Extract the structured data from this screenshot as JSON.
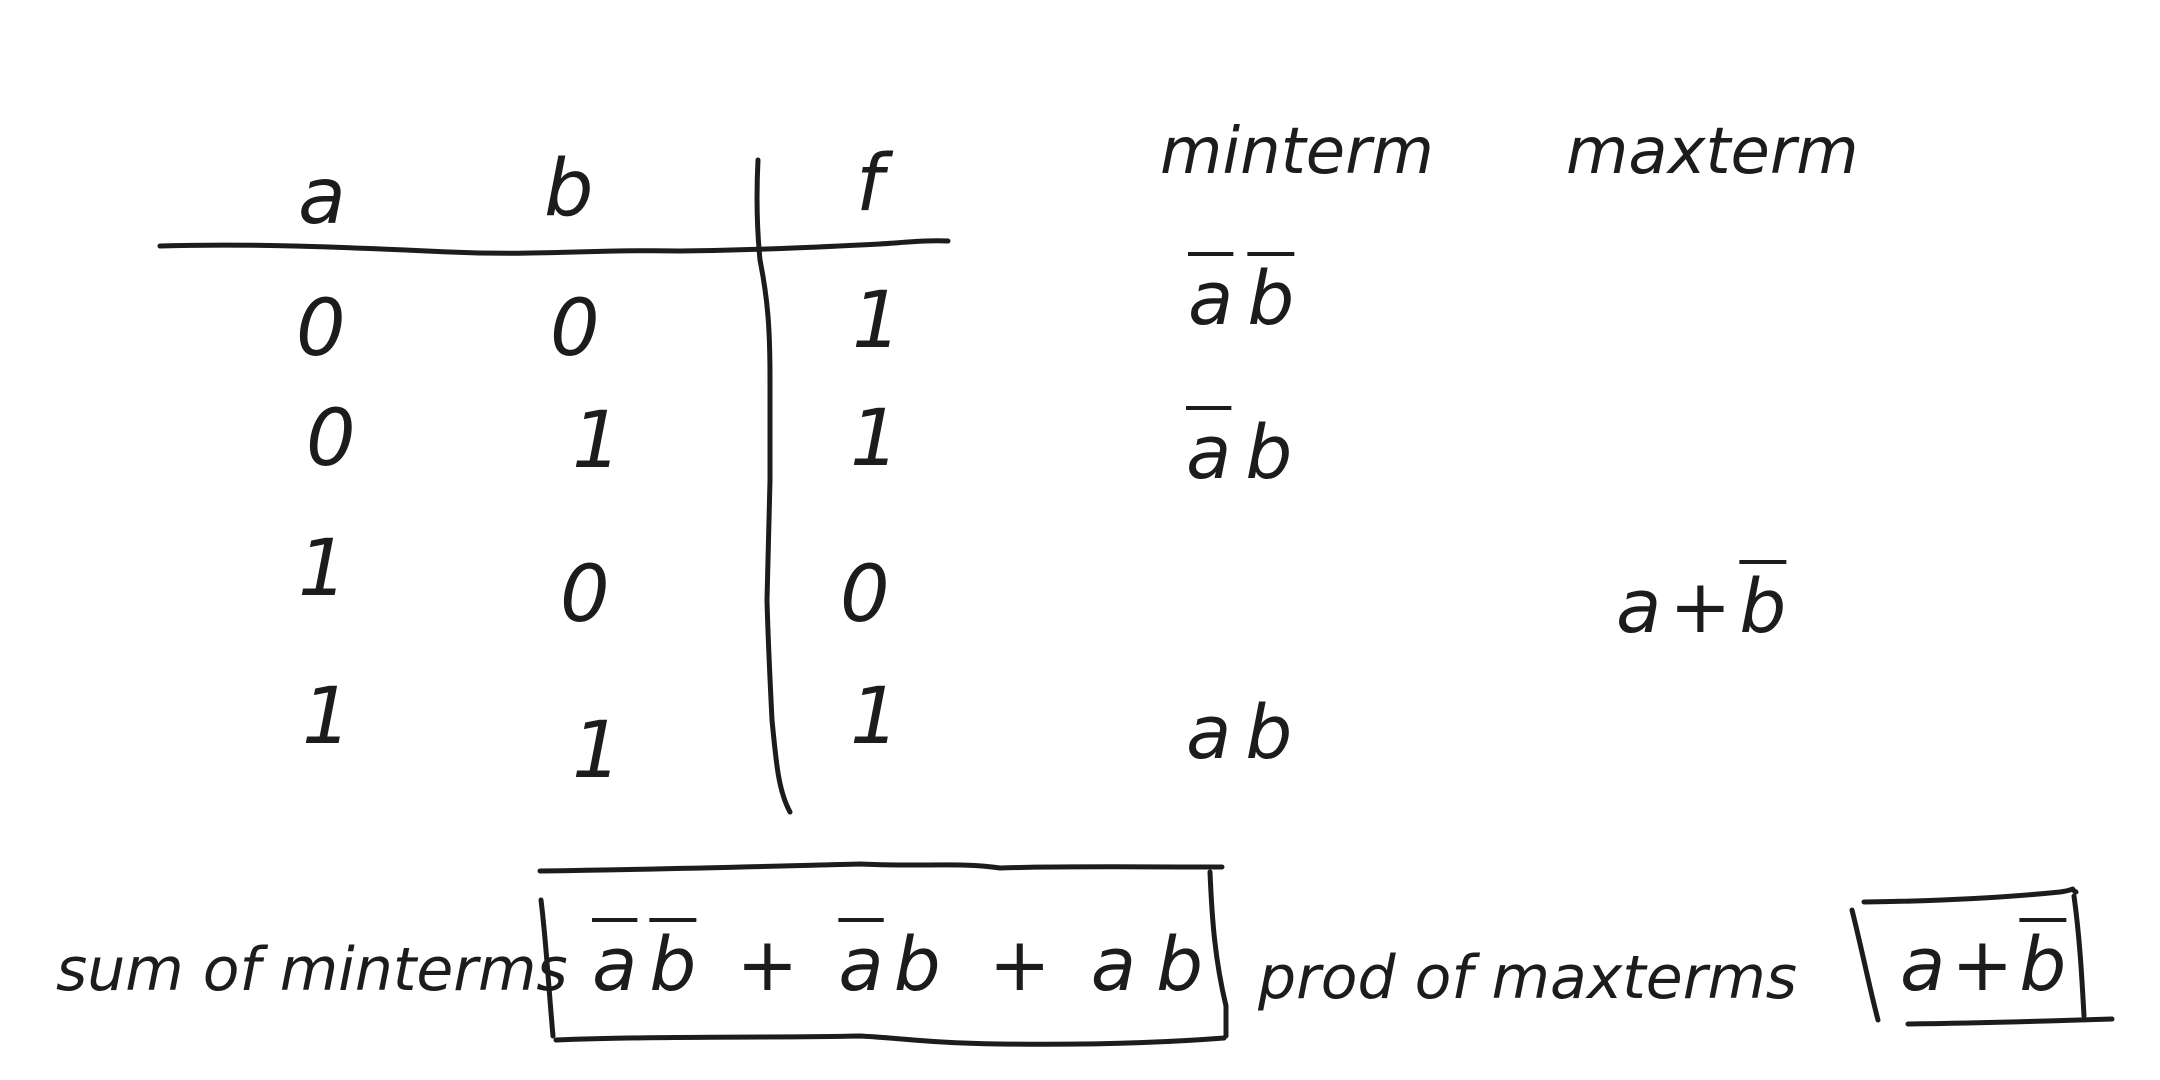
{
  "table": {
    "headers": {
      "a": "a",
      "b": "b",
      "f": "f"
    },
    "rows": [
      {
        "a": "0",
        "b": "0",
        "f": "1"
      },
      {
        "a": "0",
        "b": "1",
        "f": "1"
      },
      {
        "a": "1",
        "b": "0",
        "f": "0"
      },
      {
        "a": "1",
        "b": "1",
        "f": "1"
      }
    ]
  },
  "columns": {
    "minterm": "minterm",
    "maxterm": "maxterm"
  },
  "minterms": [
    {
      "a": "a",
      "a_bar": true,
      "b": "b",
      "b_bar": true
    },
    {
      "a": "a",
      "a_bar": true,
      "b": "b",
      "b_bar": false
    },
    null,
    {
      "a": "a",
      "a_bar": false,
      "b": "b",
      "b_bar": false
    }
  ],
  "maxterm_row3": {
    "a": "a",
    "plus": "+",
    "b": "b"
  },
  "footer": {
    "sum_label": "sum of minterms",
    "sum_expr": {
      "t1a": "a",
      "t1b": "b",
      "plus1": "+",
      "t2a": "a",
      "t2b": "b",
      "plus2": "+",
      "t3a": "a",
      "t3b": "b"
    },
    "prod_label": "prod of maxterms",
    "prod_expr": {
      "a": "a",
      "plus": "+",
      "b": "b"
    }
  }
}
